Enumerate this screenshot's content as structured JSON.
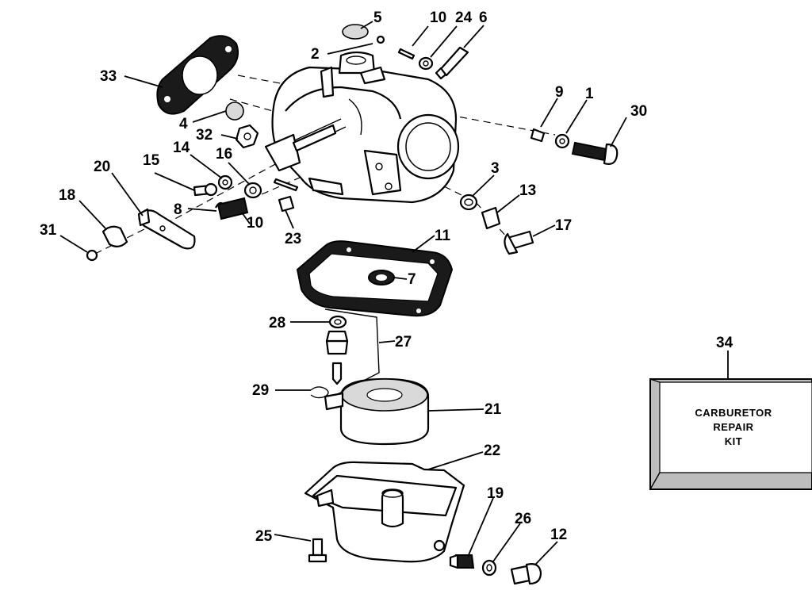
{
  "callouts": [
    {
      "id": "1",
      "text": "1"
    },
    {
      "id": "2",
      "text": "2"
    },
    {
      "id": "3",
      "text": "3"
    },
    {
      "id": "4",
      "text": "4"
    },
    {
      "id": "5",
      "text": "5"
    },
    {
      "id": "6",
      "text": "6"
    },
    {
      "id": "7",
      "text": "7"
    },
    {
      "id": "8",
      "text": "8"
    },
    {
      "id": "9",
      "text": "9"
    },
    {
      "id": "10a",
      "text": "10"
    },
    {
      "id": "10b",
      "text": "10"
    },
    {
      "id": "11",
      "text": "11"
    },
    {
      "id": "12",
      "text": "12"
    },
    {
      "id": "13",
      "text": "13"
    },
    {
      "id": "14",
      "text": "14"
    },
    {
      "id": "15",
      "text": "15"
    },
    {
      "id": "16",
      "text": "16"
    },
    {
      "id": "17",
      "text": "17"
    },
    {
      "id": "18",
      "text": "18"
    },
    {
      "id": "19",
      "text": "19"
    },
    {
      "id": "20",
      "text": "20"
    },
    {
      "id": "21",
      "text": "21"
    },
    {
      "id": "22",
      "text": "22"
    },
    {
      "id": "23",
      "text": "23"
    },
    {
      "id": "24",
      "text": "24"
    },
    {
      "id": "25",
      "text": "25"
    },
    {
      "id": "26",
      "text": "26"
    },
    {
      "id": "27",
      "text": "27"
    },
    {
      "id": "28",
      "text": "28"
    },
    {
      "id": "29",
      "text": "29"
    },
    {
      "id": "30",
      "text": "30"
    },
    {
      "id": "31",
      "text": "31"
    },
    {
      "id": "32",
      "text": "32"
    },
    {
      "id": "33",
      "text": "33"
    },
    {
      "id": "34",
      "text": "34"
    }
  ],
  "repair_kit": {
    "line1": "CARBURETOR",
    "line2": "REPAIR",
    "line3": "KIT"
  },
  "colors": {
    "ink": "#000000",
    "background": "#ffffff",
    "kit_shade": "#bdbdbd"
  }
}
